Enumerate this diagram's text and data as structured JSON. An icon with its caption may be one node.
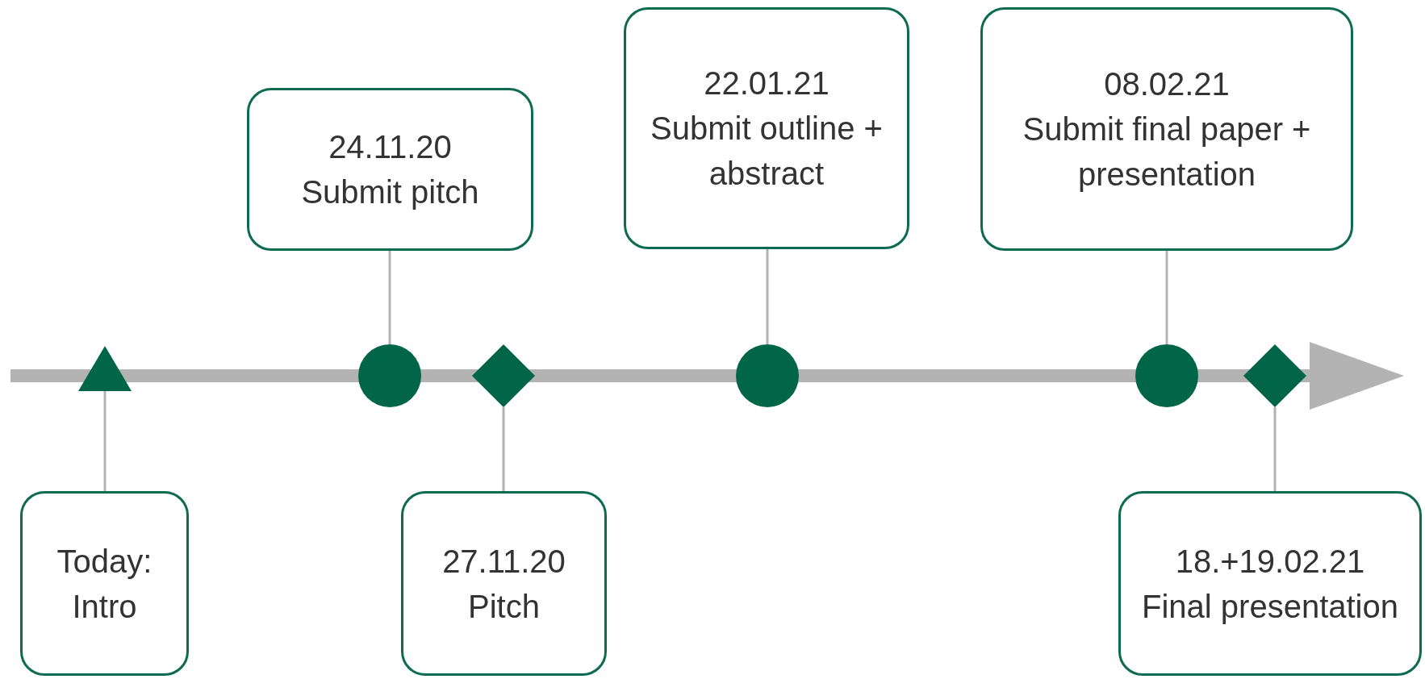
{
  "diagram": {
    "nodes": [
      {
        "text": [
          "24.11.20",
          "Submit pitch"
        ]
      },
      {
        "text": [
          "22.01.21",
          "Submit outline + abstract"
        ]
      },
      {
        "text": [
          "08.02.21",
          "Submit final paper + presentation"
        ]
      },
      {
        "text": [],
        "shape": "triangle"
      },
      {
        "text": [],
        "shape": "circle"
      },
      {
        "text": [],
        "shape": "diamond"
      },
      {
        "text": [],
        "shape": "circle"
      },
      {
        "text": [],
        "shape": "circle"
      },
      {
        "text": [],
        "shape": "diamond"
      },
      {
        "text": [
          "Today: Intro"
        ]
      },
      {
        "text": [
          "27.11.20",
          "Pitch"
        ]
      },
      {
        "text": [
          "18.+19.02.21",
          "Final presentation"
        ]
      }
    ],
    "edges": [
      {
        "from": 0,
        "to": 4,
        "arrow": "none"
      },
      {
        "from": 1,
        "to": 6,
        "arrow": "none"
      },
      {
        "from": 2,
        "to": 7,
        "arrow": "none"
      },
      {
        "from": 3,
        "to": 9,
        "arrow": "none"
      },
      {
        "from": 5,
        "to": 10,
        "arrow": "none"
      },
      {
        "from": 8,
        "to": 11,
        "arrow": "none"
      }
    ]
  }
}
